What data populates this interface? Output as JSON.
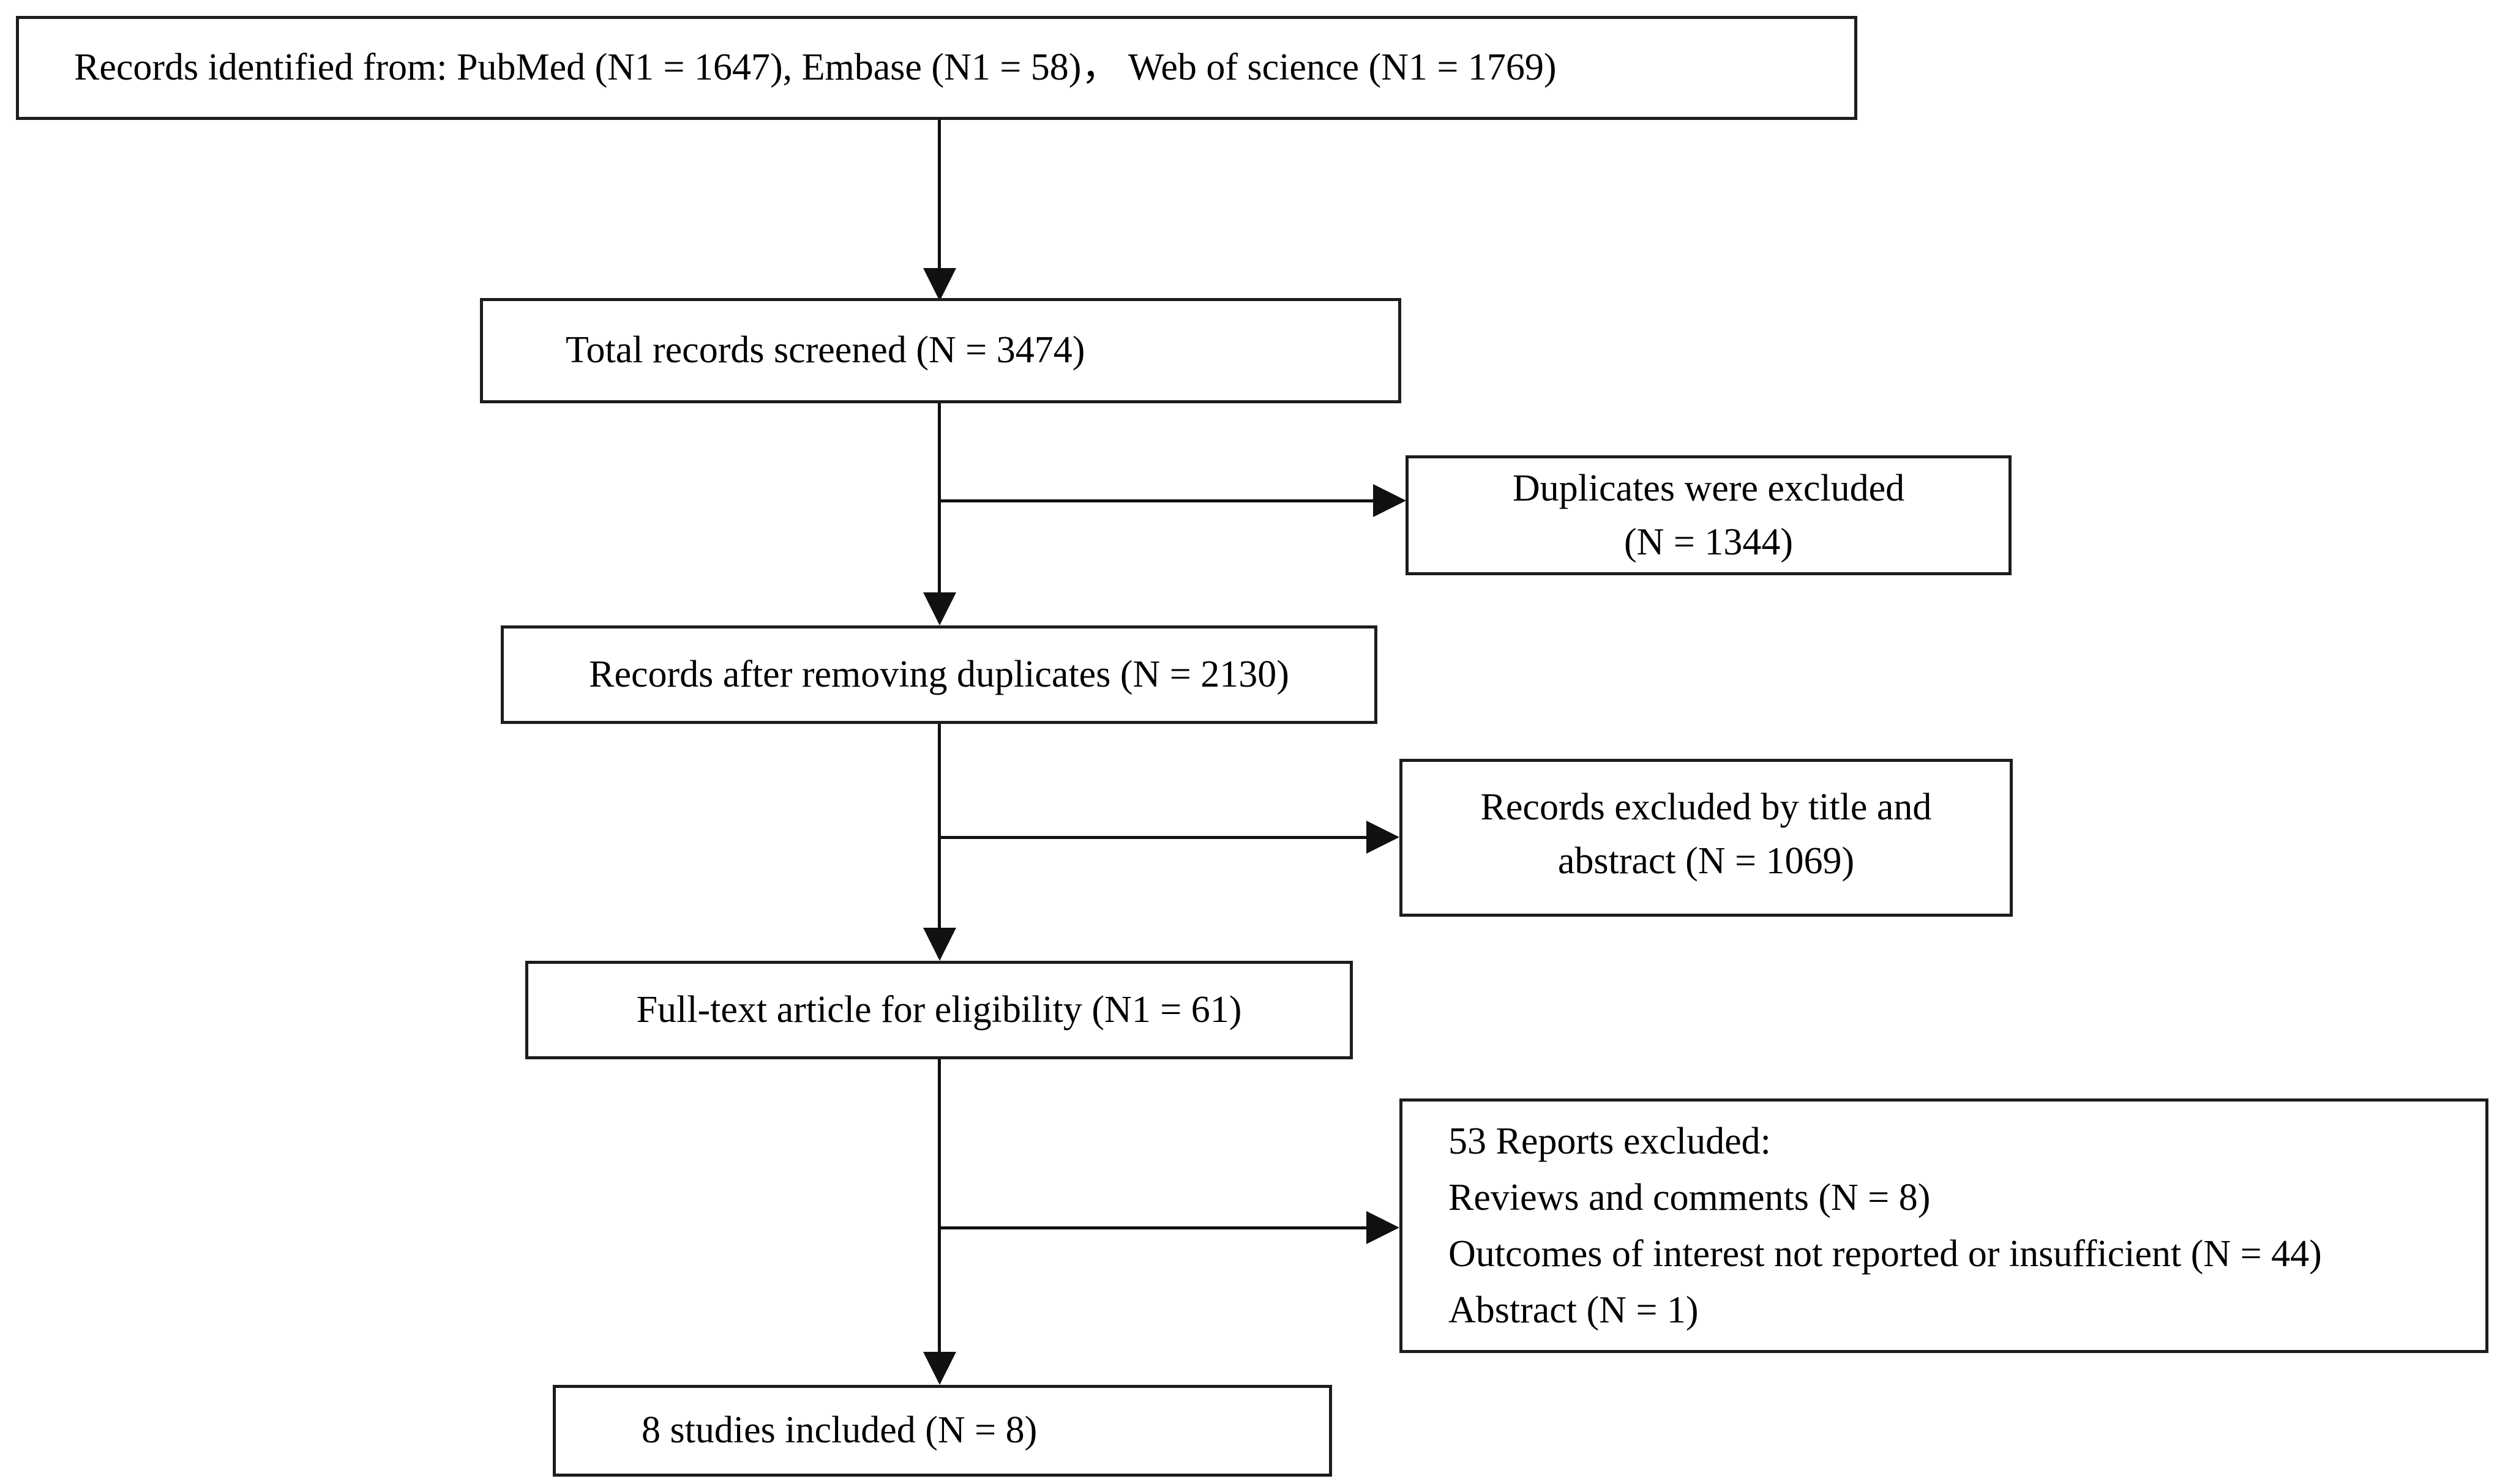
{
  "boxes": {
    "identified": {
      "text": "Records identified from: PubMed (N1 = 1647), Embase (N1 = 58)， Web of science (N1 = 1769)"
    },
    "screened": {
      "text": "Total records screened (N = 3474)"
    },
    "duplicates_excluded": {
      "lines": [
        "Duplicates were excluded",
        "(N = 1344)"
      ]
    },
    "after_removing_duplicates": {
      "text": "Records after removing duplicates (N = 2130)"
    },
    "excluded_title_abstract": {
      "lines": [
        "Records excluded by title and",
        "abstract (N = 1069)"
      ]
    },
    "full_text_eligibility": {
      "text": "Full-text article for eligibility (N1 = 61)"
    },
    "reports_excluded": {
      "lines": [
        "53 Reports excluded:",
        "Reviews and comments (N = 8)",
        "Outcomes of interest not reported or insufficient (N = 44)",
        "Abstract (N = 1)"
      ]
    },
    "studies_included": {
      "text": "8 studies included (N = 8)"
    }
  },
  "colors": {
    "background": "#ffffff",
    "box_border": "#1d1d1d",
    "arrow": "#111111",
    "text": "#000000"
  }
}
